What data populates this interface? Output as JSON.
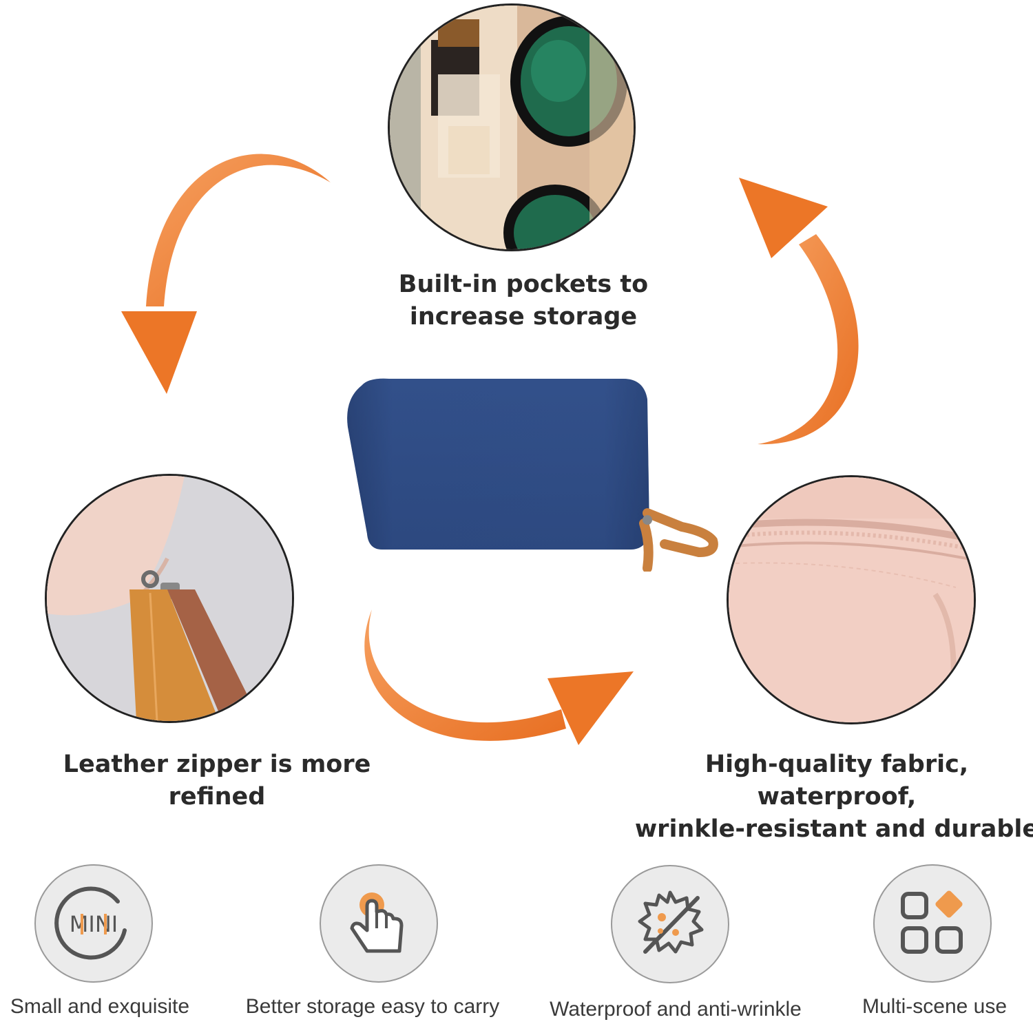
{
  "features": {
    "pockets": "Built-in pockets to\nincrease storage",
    "zipper": "Leather zipper is more refined",
    "fabric": "High-quality fabric, waterproof,\nwrinkle-resistant and durable"
  },
  "icons": [
    {
      "icon": "mini-icon",
      "label": "Small and exquisite",
      "badge": "MINI"
    },
    {
      "icon": "hand-touch-icon",
      "label": "Better storage easy to carry"
    },
    {
      "icon": "anti-wrinkle-icon",
      "label": "Waterproof and anti-wrinkle"
    },
    {
      "icon": "multi-scene-icon",
      "label": "Multi-scene use"
    }
  ],
  "colors": {
    "arrow": "#ee7d2f",
    "accent": "#ef9a4d",
    "bag": "#2e4a82",
    "pink_fabric": "#f2cfc4"
  }
}
